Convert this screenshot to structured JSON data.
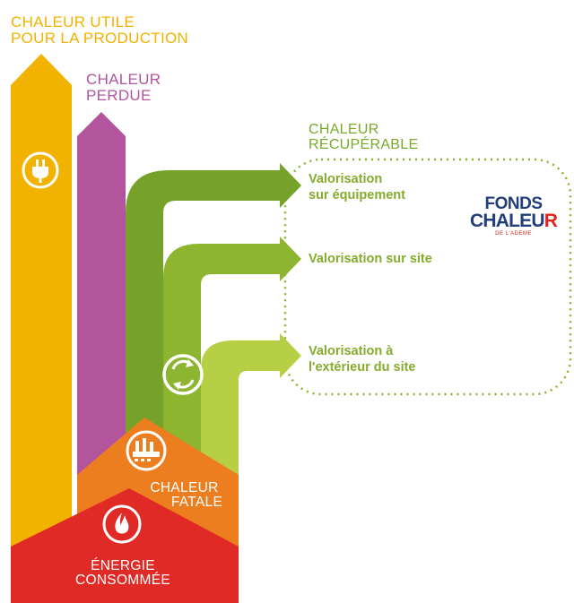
{
  "labels": {
    "chaleur_utile": [
      "CHALEUR UTILE",
      "POUR LA PRODUCTION"
    ],
    "chaleur_perdue": [
      "CHALEUR",
      "PERDUE"
    ],
    "chaleur_recuperable": [
      "CHALEUR",
      "RÉCUPÉRABLE"
    ],
    "valorisation_equipement": [
      "Valorisation",
      "sur équipement"
    ],
    "valorisation_site": "Valorisation sur site",
    "valorisation_exterieur": [
      "Valorisation à",
      "l'extérieur du site"
    ],
    "chaleur_fatale": [
      "CHALEUR",
      "FATALE"
    ],
    "energie_consommee": [
      "ÉNERGIE",
      "CONSOMMÉE"
    ]
  },
  "logo": {
    "line1_part1": "FONDS",
    "line2_part1": "CHALEU",
    "line2_part2": "R",
    "subtitle": "DE L'ADEME"
  },
  "icons": {
    "plug": "plug-icon",
    "recycle": "recycle-icon",
    "factory": "factory-icon",
    "flame": "flame-icon"
  },
  "colors": {
    "yellow": "#f2b200",
    "purple": "#b2559c",
    "green_dark": "#76a22a",
    "green_mid": "#8eb52f",
    "green_light": "#b6cf45",
    "orange": "#ed7e1f",
    "red": "#e02a26",
    "logo_blue": "#233d7a",
    "logo_red": "#e2231a"
  }
}
